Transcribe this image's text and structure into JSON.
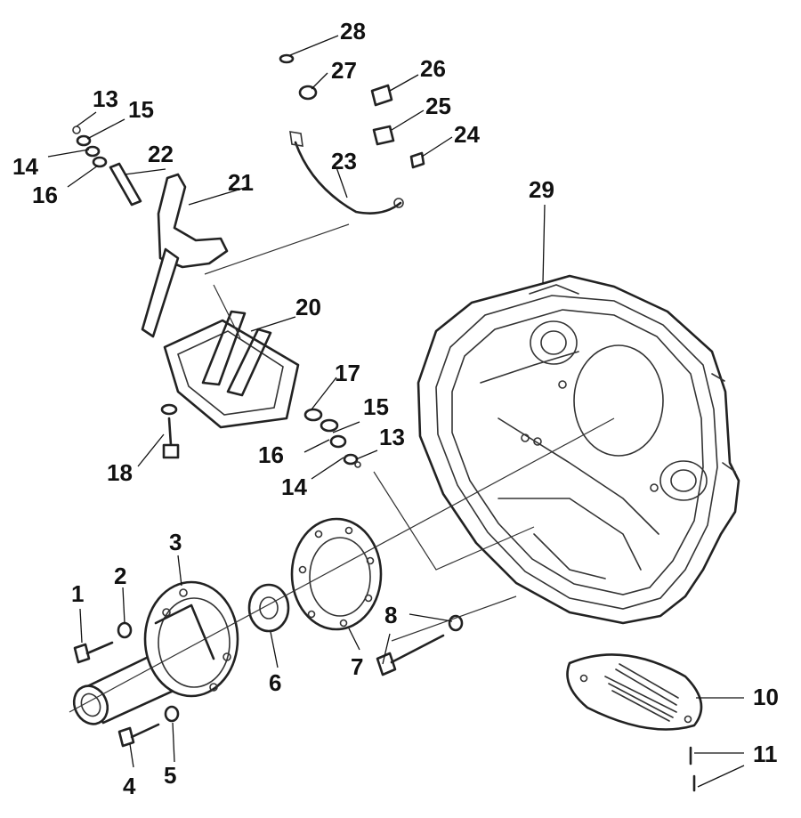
{
  "callouts": [
    "1",
    "2",
    "3",
    "4",
    "5",
    "6",
    "7",
    "8",
    "10",
    "11",
    "13",
    "13",
    "14",
    "14",
    "15",
    "15",
    "16",
    "16",
    "17",
    "18",
    "20",
    "21",
    "22",
    "23",
    "24",
    "25",
    "26",
    "27",
    "28",
    "29"
  ],
  "parts": {
    "housing": "29",
    "input_flange": "3",
    "gasket": "7",
    "seal": "6",
    "cover_plate": "10",
    "shift_fork": "21",
    "fork_housing": "20",
    "cable": "23"
  }
}
